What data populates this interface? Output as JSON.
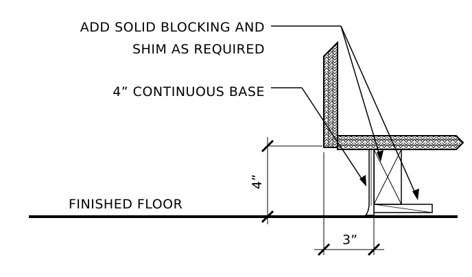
{
  "labels": {
    "blocking_line1": "ADD SOLID BLOCKING AND",
    "blocking_line2": "SHIM AS REQUIRED",
    "base": "4” CONTINUOUS BASE",
    "floor": "FINISHED FLOOR"
  },
  "dimensions": {
    "height": "4”",
    "depth": "3”"
  }
}
